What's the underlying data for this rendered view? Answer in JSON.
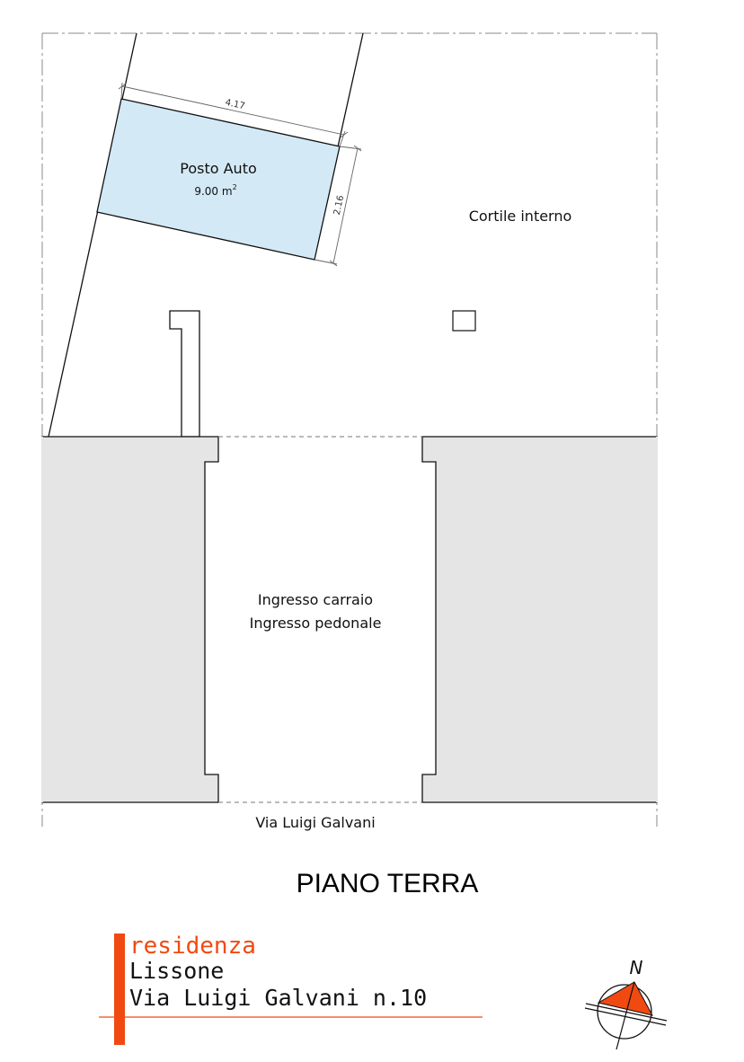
{
  "plan": {
    "parking_label": "Posto Auto",
    "parking_area_value": "9.00 m",
    "parking_area_sup": "2",
    "dim_width": "4.17",
    "dim_depth": "2.16",
    "courtyard_label": "Cortile interno",
    "entrance_line1": "Ingresso carraio",
    "entrance_line2": "Ingresso pedonale",
    "street_label": "Via Luigi Galvani"
  },
  "title": "PIANO TERRA",
  "brand": {
    "line1": "residenza",
    "line2": "Lissone",
    "line3": "Via Luigi Galvani n.10"
  },
  "compass": {
    "north_label": "N"
  },
  "colors": {
    "parking_fill": "#d4e9f6",
    "building_fill": "#e5e5e5",
    "accent": "#f04a12"
  }
}
